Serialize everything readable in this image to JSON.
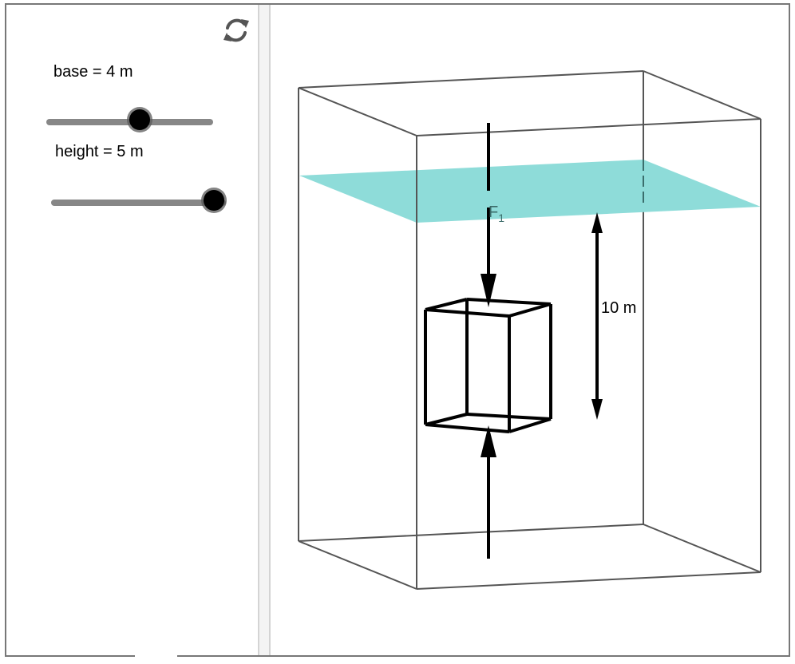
{
  "sidebar": {
    "reset_icon": "refresh-icon",
    "sliders": [
      {
        "label": "base = 4 m",
        "name": "base",
        "value": 4,
        "unit": "m",
        "fraction": 0.56
      },
      {
        "label": "height = 5 m",
        "name": "height",
        "value": 5,
        "unit": "m",
        "fraction": 0.93
      }
    ]
  },
  "scene": {
    "force_label": "F",
    "force_subscript": "1",
    "depth_label": "10 m",
    "colors": {
      "water_surface": "#8edcd9",
      "container_edge": "#555555",
      "object_edge": "#000000",
      "arrow": "#000000"
    }
  }
}
